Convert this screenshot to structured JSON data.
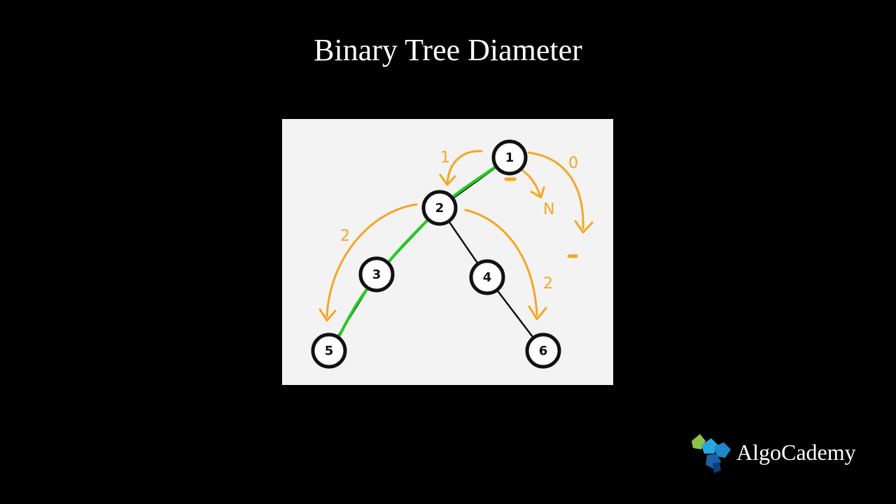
{
  "slide": {
    "title": "Binary Tree Diameter"
  },
  "tree": {
    "nodes": [
      {
        "id": "n1",
        "label": "1"
      },
      {
        "id": "n2",
        "label": "2"
      },
      {
        "id": "n3",
        "label": "3"
      },
      {
        "id": "n4",
        "label": "4"
      },
      {
        "id": "n5",
        "label": "5"
      },
      {
        "id": "n6",
        "label": "6"
      }
    ],
    "edges": [
      {
        "from": "1",
        "to": "2",
        "highlighted": true
      },
      {
        "from": "2",
        "to": "3",
        "highlighted": true
      },
      {
        "from": "2",
        "to": "4",
        "highlighted": false
      },
      {
        "from": "3",
        "to": "5",
        "highlighted": true
      },
      {
        "from": "4",
        "to": "6",
        "highlighted": false
      }
    ],
    "highlight_color": "#22cc22",
    "annotation_color": "#f5a623"
  },
  "annotations": {
    "left_of_root": "1",
    "right_of_root": "0",
    "root_right_arrow": "N",
    "left_of_node2": "2",
    "right_of_node2": "2"
  },
  "brand": {
    "name": "AlgoCademy",
    "logo_icon": "algocademy-logo-icon"
  }
}
